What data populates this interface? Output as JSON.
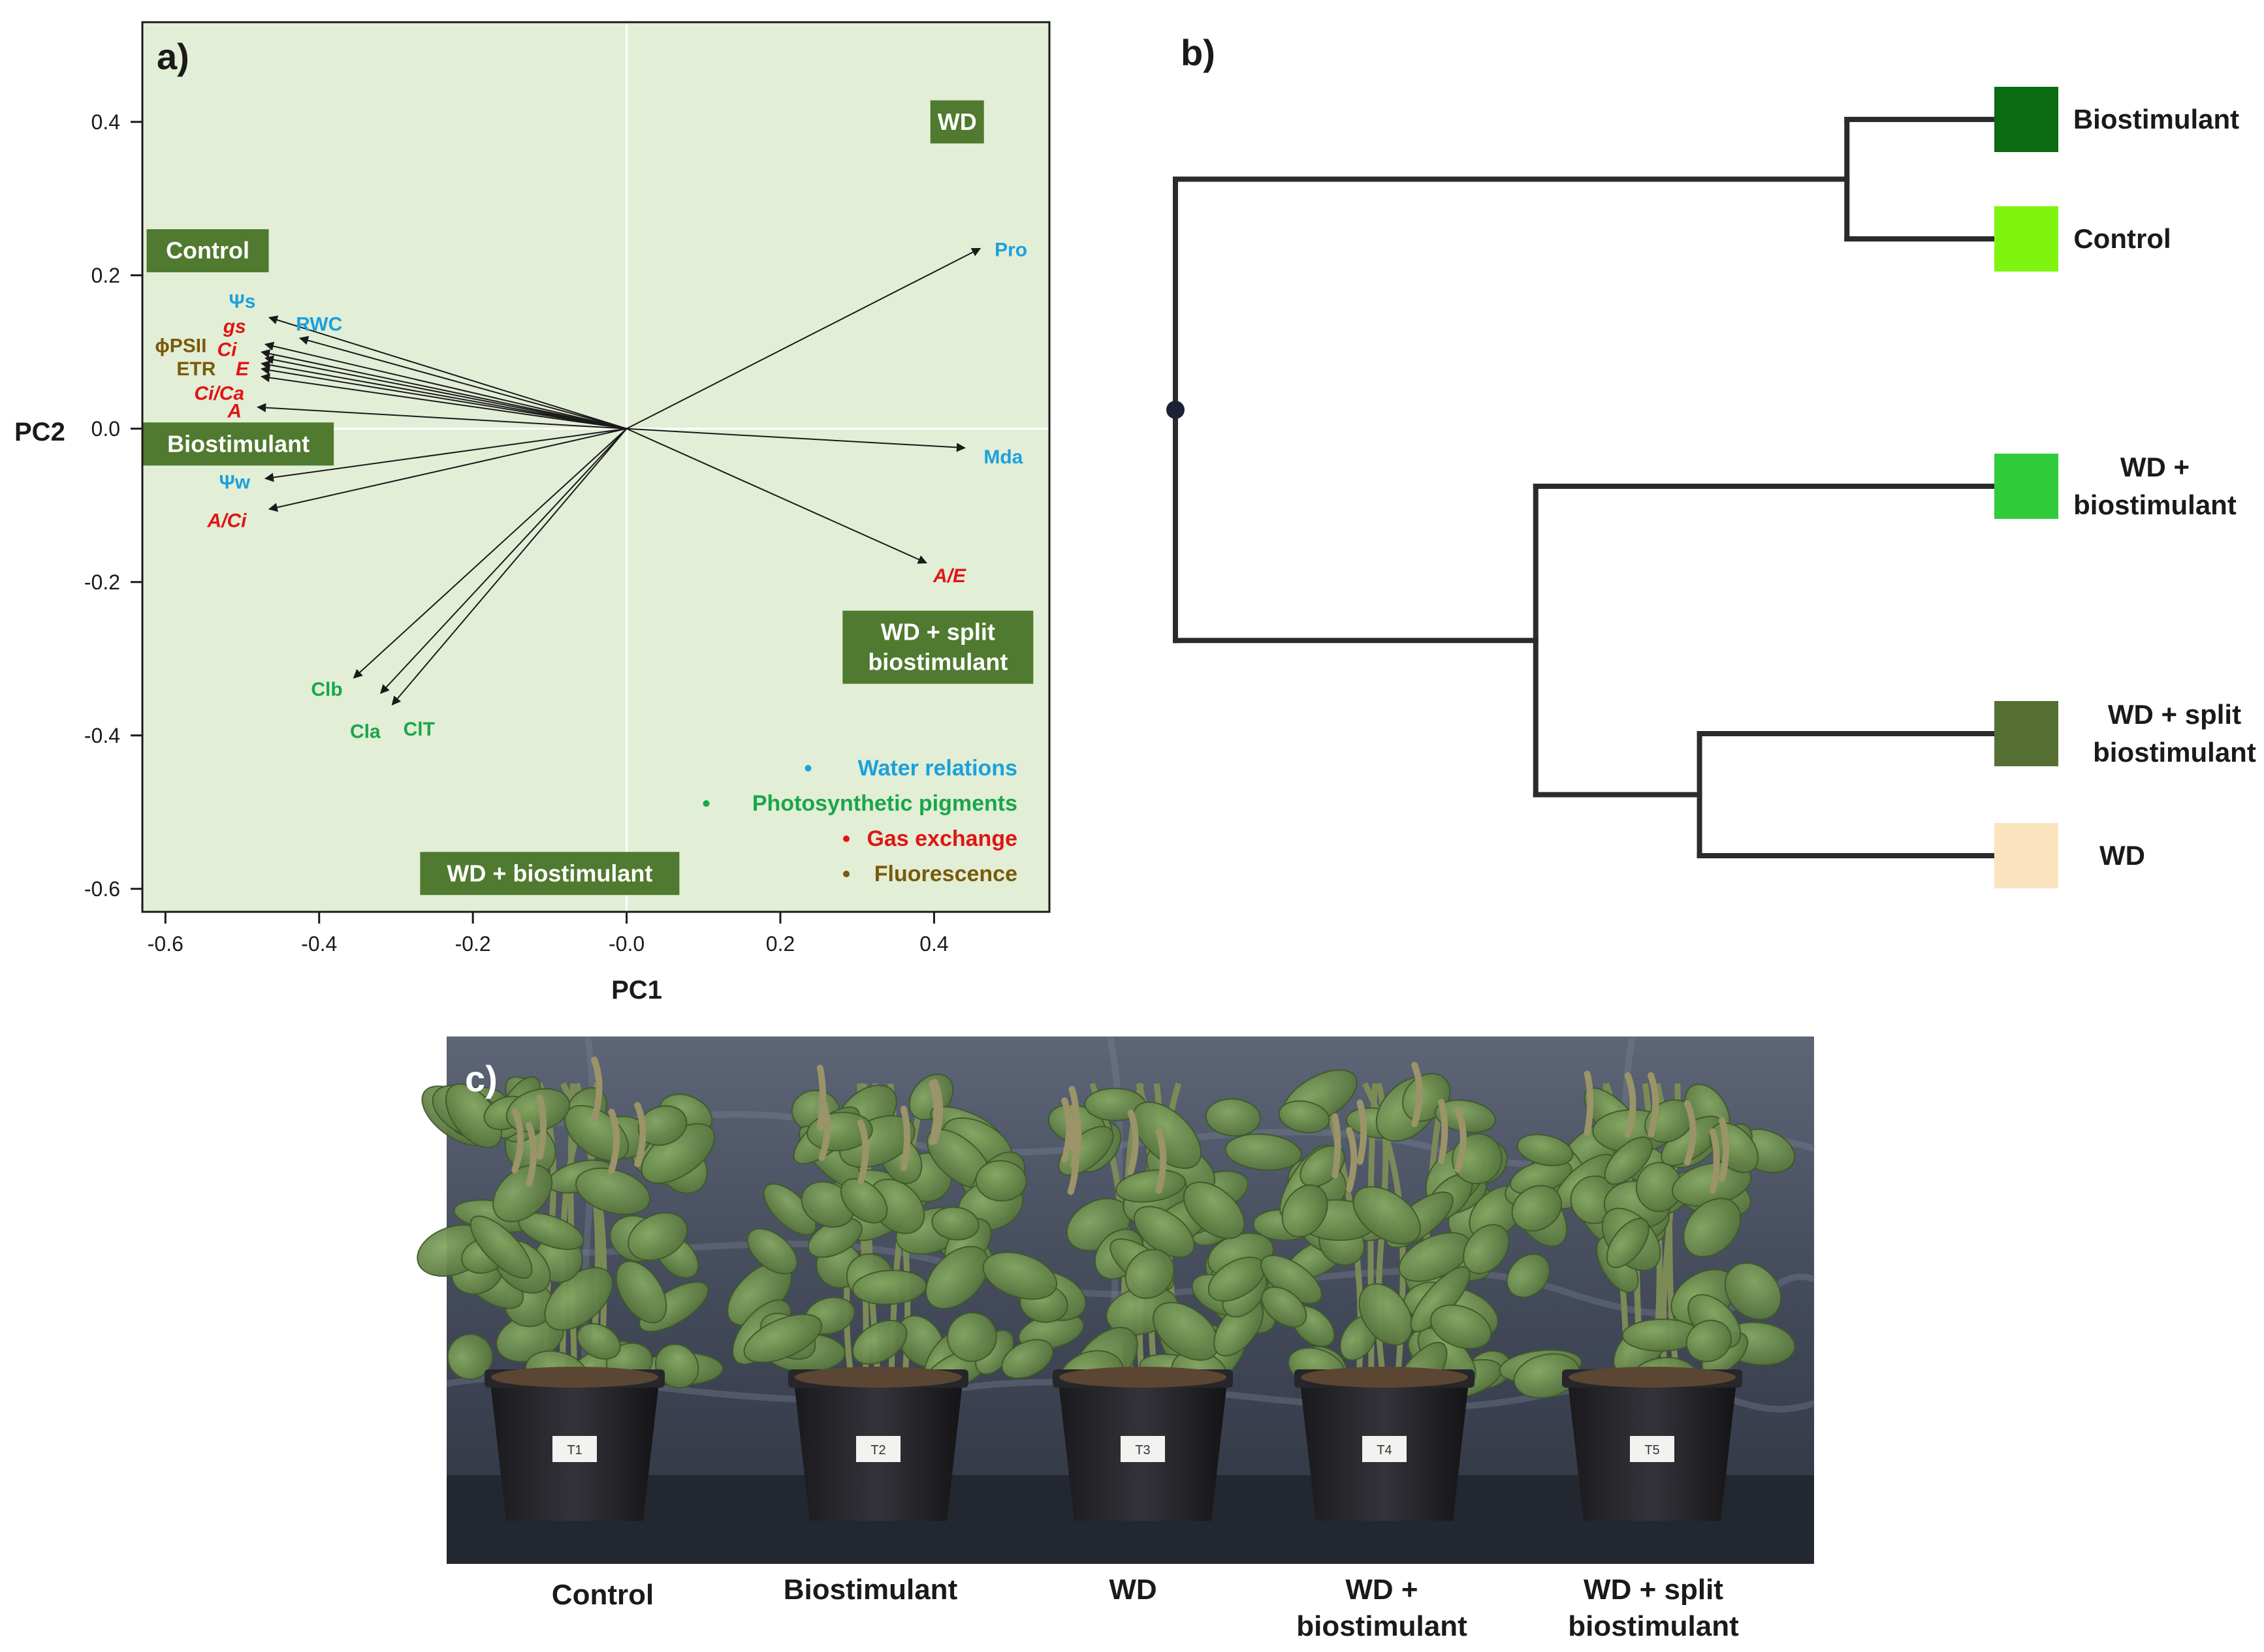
{
  "panel_labels": {
    "a": "a)",
    "b": "b)",
    "c": "c)"
  },
  "chart_data": [
    {
      "type": "scatter",
      "subtype": "pca-biplot",
      "xlabel": "PC1",
      "ylabel": "PC2",
      "xlim": [
        -0.63,
        0.55
      ],
      "ylim": [
        -0.63,
        0.53
      ],
      "xticks": [
        -0.6,
        -0.4,
        -0.2,
        0.0,
        0.2,
        0.4
      ],
      "xtick_labels": [
        "-0.6",
        "-0.4",
        "-0.2",
        "-0.0",
        "0.2",
        "0.4"
      ],
      "yticks": [
        0.4,
        0.2,
        0.0,
        -0.2,
        -0.4,
        -0.6
      ],
      "ytick_labels": [
        "0.4",
        "0.2",
        "0.0",
        "-0.2",
        "-0.4",
        "-0.6"
      ],
      "background_color": "#e2eed6",
      "zero_line_color": "#ffffff",
      "arrow_color": "#1a1a1a",
      "loadings": [
        {
          "name": "Pro",
          "x": 0.46,
          "y": 0.235,
          "group": "water",
          "lx": 0.5,
          "ly": 0.235
        },
        {
          "name": "Mda",
          "x": 0.44,
          "y": -0.025,
          "group": "water",
          "lx": 0.49,
          "ly": -0.035
        },
        {
          "name": "A/E",
          "x": 0.39,
          "y": -0.175,
          "group": "gas",
          "lx": 0.42,
          "ly": -0.19
        },
        {
          "name": "Ψs",
          "x": -0.465,
          "y": 0.145,
          "group": "water",
          "lx": -0.5,
          "ly": 0.168
        },
        {
          "name": "RWC",
          "x": -0.425,
          "y": 0.118,
          "group": "water",
          "lx": -0.4,
          "ly": 0.138
        },
        {
          "name": "gs",
          "x": -0.47,
          "y": 0.11,
          "group": "gas",
          "lx": -0.51,
          "ly": 0.135
        },
        {
          "name": "ϕPSII",
          "x": -0.475,
          "y": 0.1,
          "group": "fluor",
          "lx": -0.58,
          "ly": 0.11
        },
        {
          "name": "Ci",
          "x": -0.47,
          "y": 0.092,
          "group": "gas",
          "lx": -0.52,
          "ly": 0.105
        },
        {
          "name": "ETR",
          "x": -0.475,
          "y": 0.085,
          "group": "fluor",
          "lx": -0.56,
          "ly": 0.08
        },
        {
          "name": "E",
          "x": -0.475,
          "y": 0.078,
          "group": "gas",
          "lx": -0.5,
          "ly": 0.08
        },
        {
          "name": "Ci/Ca",
          "x": -0.475,
          "y": 0.068,
          "group": "gas",
          "lx": -0.53,
          "ly": 0.048
        },
        {
          "name": "A",
          "x": -0.48,
          "y": 0.028,
          "group": "gas",
          "lx": -0.51,
          "ly": 0.025
        },
        {
          "name": "Ψw",
          "x": -0.47,
          "y": -0.065,
          "group": "water",
          "lx": -0.51,
          "ly": -0.068
        },
        {
          "name": "A/Ci",
          "x": -0.465,
          "y": -0.105,
          "group": "gas",
          "lx": -0.52,
          "ly": -0.118
        },
        {
          "name": "Clb",
          "x": -0.355,
          "y": -0.325,
          "group": "pigment",
          "lx": -0.39,
          "ly": -0.338
        },
        {
          "name": "Cla",
          "x": -0.32,
          "y": -0.345,
          "group": "pigment",
          "lx": -0.34,
          "ly": -0.393
        },
        {
          "name": "ClT",
          "x": -0.305,
          "y": -0.36,
          "group": "pigment",
          "lx": -0.27,
          "ly": -0.39
        }
      ],
      "treatment_labels": [
        {
          "text": "WD",
          "x": 0.43,
          "y": 0.4
        },
        {
          "text": "Control",
          "x": -0.545,
          "y": 0.232
        },
        {
          "text": "Biostimulant",
          "x": -0.505,
          "y": -0.02
        },
        {
          "text": "WD + split\nbiostimulant",
          "x": 0.405,
          "y": -0.285
        },
        {
          "text": "WD + biostimulant",
          "x": -0.1,
          "y": -0.58
        }
      ],
      "legend": [
        {
          "key": "water",
          "label": "Water relations",
          "color": "#1ba1dc"
        },
        {
          "key": "pigment",
          "label": "Photosynthetic pigments",
          "color": "#1aa64b"
        },
        {
          "key": "gas",
          "label": "Gas exchange",
          "color": "#e01515"
        },
        {
          "key": "fluor",
          "label": "Fluorescence",
          "color": "#7a5a0a"
        }
      ],
      "legend_position": "bottom-right",
      "label_box_color": "#4f7a2f"
    },
    {
      "type": "dendrogram",
      "leaves": [
        {
          "label": "Biostimulant",
          "color": "#0a6b12"
        },
        {
          "label": "Control",
          "color": "#7ff50f"
        },
        {
          "label": "WD +\nbiostimulant",
          "color": "#31cc3c"
        },
        {
          "label": "WD + split\nbiostimulant",
          "color": "#567034"
        },
        {
          "label": "WD",
          "color": "#fbe4bd"
        }
      ],
      "merges": [
        {
          "id": "m1",
          "children": [
            "L0",
            "L1"
          ],
          "height": 0.18
        },
        {
          "id": "m2",
          "children": [
            "L3",
            "L4"
          ],
          "height": 0.36
        },
        {
          "id": "m3",
          "children": [
            "L2",
            "m2"
          ],
          "height": 0.56
        },
        {
          "id": "m4",
          "children": [
            "m1",
            "m3"
          ],
          "height": 1.0
        }
      ],
      "line_color": "#2b2b2b"
    }
  ],
  "photo": {
    "captions": [
      "Control",
      "Biostimulant",
      "WD",
      "WD +\nbiostimulant",
      "WD + split\nbiostimulant"
    ],
    "pot_tags": [
      "T1",
      "T2",
      "T3",
      "T4",
      "T5"
    ]
  }
}
